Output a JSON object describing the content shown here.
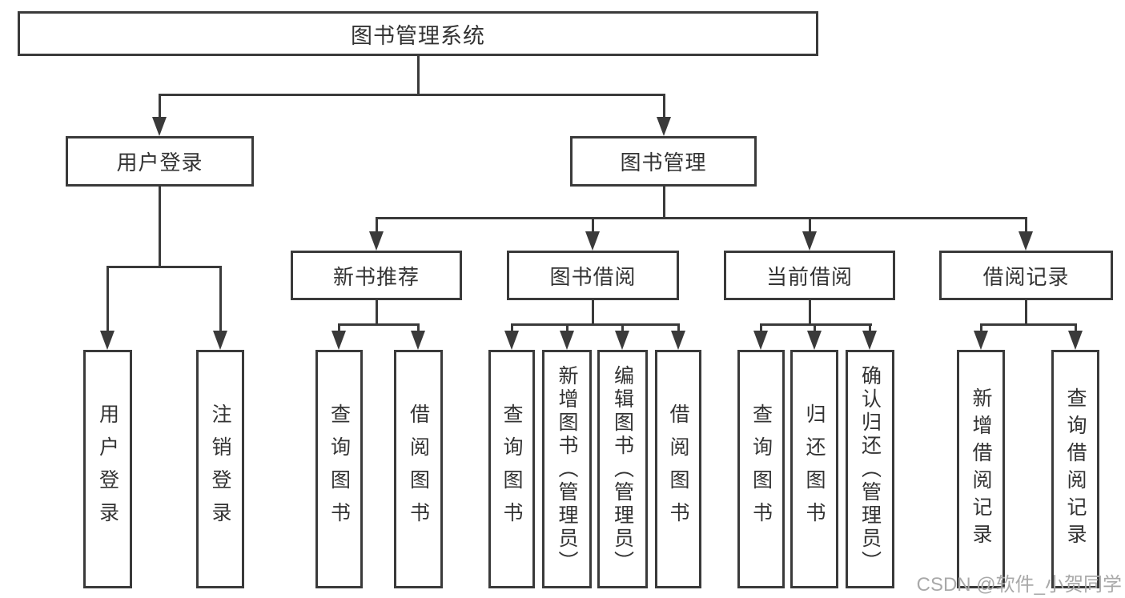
{
  "tree": {
    "label": "图书管理系统",
    "children": [
      {
        "label": "用户登录",
        "children": [
          {
            "label": "用户登录"
          },
          {
            "label": "注销登录"
          }
        ]
      },
      {
        "label": "图书管理",
        "children": [
          {
            "label": "新书推荐",
            "children": [
              {
                "label": "查询图书"
              },
              {
                "label": "借阅图书"
              }
            ]
          },
          {
            "label": "图书借阅",
            "children": [
              {
                "label": "查询图书"
              },
              {
                "label": "新增图书（管理员）"
              },
              {
                "label": "编辑图书（管理员）"
              },
              {
                "label": "借阅图书"
              }
            ]
          },
          {
            "label": "当前借阅",
            "children": [
              {
                "label": "查询图书"
              },
              {
                "label": "归还图书"
              },
              {
                "label": "确认归还（管理员）"
              }
            ]
          },
          {
            "label": "借阅记录",
            "children": [
              {
                "label": "新增借阅记录"
              },
              {
                "label": "查询借阅记录"
              }
            ]
          }
        ]
      }
    ]
  },
  "watermark": {
    "text": "CSDN @软件_小贺同学"
  },
  "colors": {
    "line": "#3a3a3a",
    "text": "#333333",
    "watermark": "#a9a9a9",
    "background": "#ffffff"
  }
}
